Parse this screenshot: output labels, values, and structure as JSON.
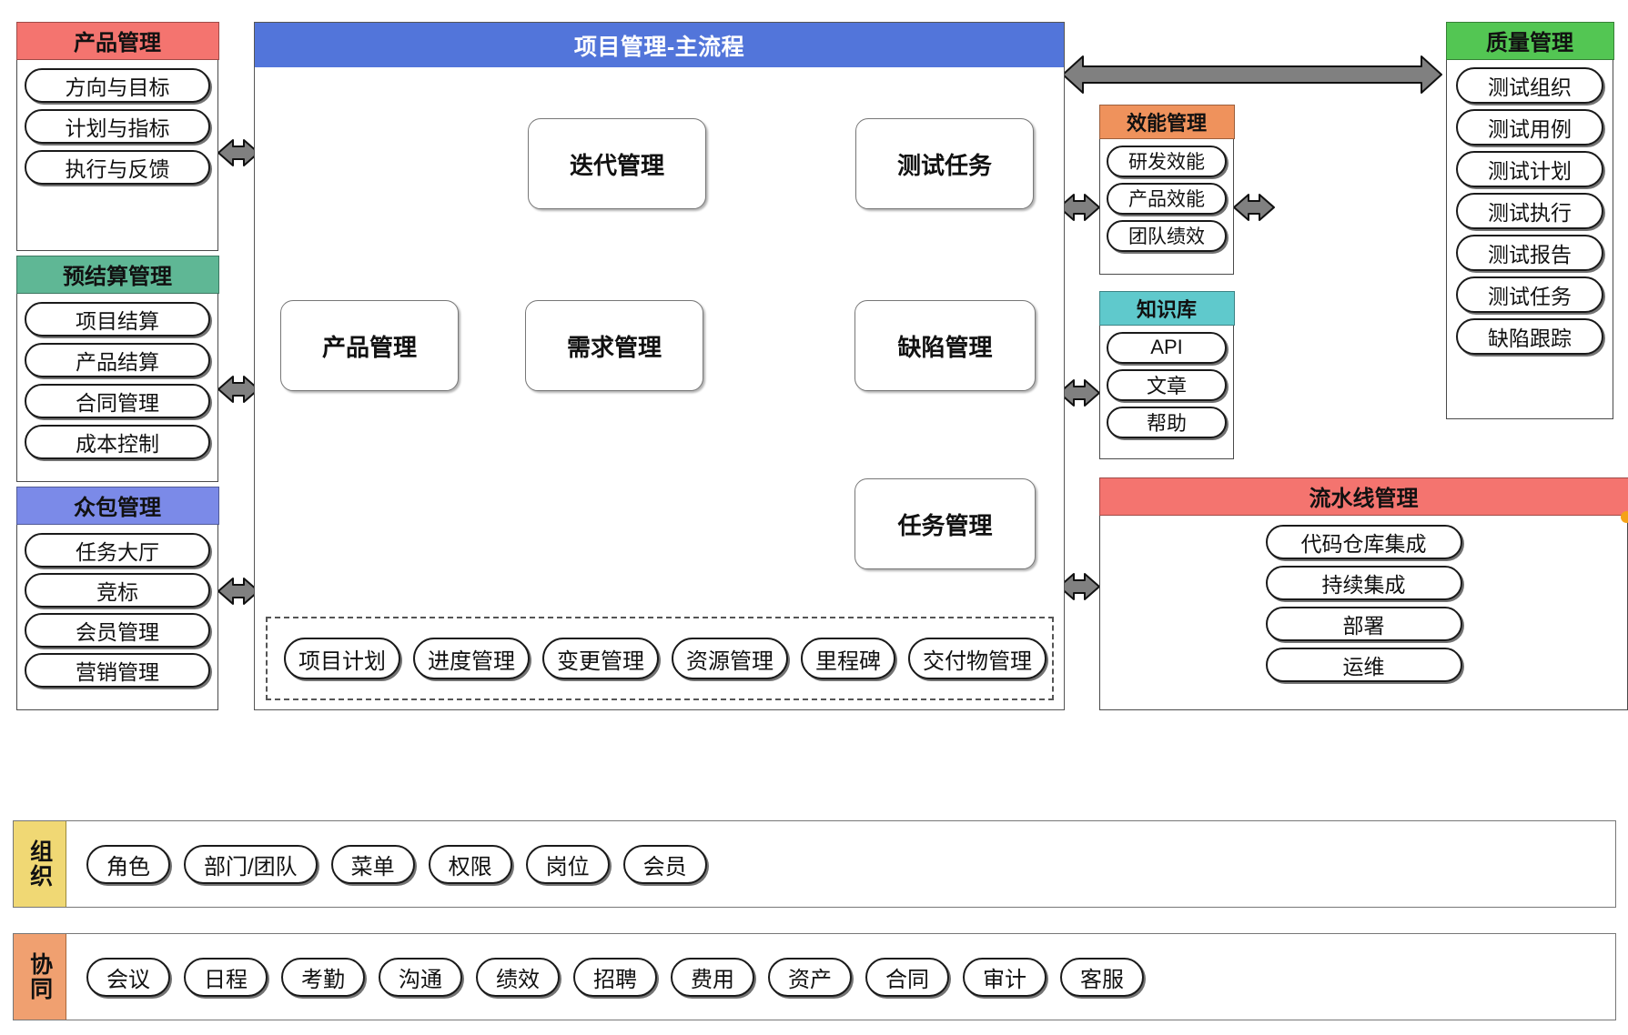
{
  "main": {
    "title": "项目管理-主流程",
    "boxes": [
      {
        "key": "iteration",
        "label": "迭代管理"
      },
      {
        "key": "test_task",
        "label": "测试任务"
      },
      {
        "key": "product",
        "label": "产品管理"
      },
      {
        "key": "requirement",
        "label": "需求管理"
      },
      {
        "key": "defect",
        "label": "缺陷管理"
      },
      {
        "key": "task",
        "label": "任务管理"
      }
    ],
    "dashed_items": [
      "项目计划",
      "进度管理",
      "变更管理",
      "资源管理",
      "里程碑",
      "交付物管理"
    ]
  },
  "left_panels": [
    {
      "key": "product-management",
      "title": "产品管理",
      "header_color": "#f4746f",
      "items": [
        "方向与目标",
        "计划与指标",
        "执行与反馈"
      ]
    },
    {
      "key": "budget-settlement",
      "title": "预结算管理",
      "header_color": "#5fb795",
      "items": [
        "项目结算",
        "产品结算",
        "合同管理",
        "成本控制"
      ]
    },
    {
      "key": "crowdsourcing",
      "title": "众包管理",
      "header_color": "#7b8ae8",
      "items": [
        "任务大厅",
        "竞标",
        "会员管理",
        "营销管理"
      ]
    }
  ],
  "right_panels": [
    {
      "key": "efficiency",
      "title": "效能管理",
      "header_color": "#ef925c",
      "items": [
        "研发效能",
        "产品效能",
        "团队绩效"
      ]
    },
    {
      "key": "knowledge-base",
      "title": "知识库",
      "header_color": "#5fc9cc",
      "items": [
        "API",
        "文章",
        "帮助"
      ]
    },
    {
      "key": "pipeline",
      "title": "流水线管理",
      "header_color": "#f4746f",
      "items": [
        "代码仓库集成",
        "持续集成",
        "部署",
        "运维"
      ]
    },
    {
      "key": "quality",
      "title": "质量管理",
      "header_color": "#53c653",
      "items": [
        "测试组织",
        "测试用例",
        "测试计划",
        "测试执行",
        "测试报告",
        "测试任务",
        "缺陷跟踪"
      ]
    }
  ],
  "bottom_bars": [
    {
      "key": "organization",
      "tag": "组织",
      "tag_color": "#f0d874",
      "items": [
        "角色",
        "部门/团队",
        "菜单",
        "权限",
        "岗位",
        "会员"
      ]
    },
    {
      "key": "collaboration",
      "tag": "协同",
      "tag_color": "#f0a070",
      "items": [
        "会议",
        "日程",
        "考勤",
        "沟通",
        "绩效",
        "招聘",
        "费用",
        "资产",
        "合同",
        "审计",
        "客服"
      ]
    }
  ],
  "colors": {
    "header_blue": "#5275da",
    "arrow_gray": "#808080",
    "marker_dot": "#f5a216"
  }
}
